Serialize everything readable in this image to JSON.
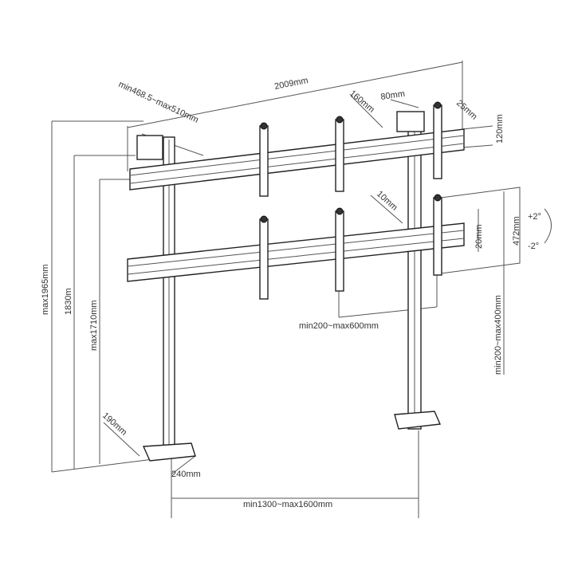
{
  "labels": {
    "overall_width": "2009mm",
    "arm_range": "min468.5~max510mm",
    "bracket_depth": "160mm",
    "bracket_width": "80mm",
    "beam_offset": "25mm",
    "beam_height": "120mm",
    "gap": "10mm",
    "vertical_adjust": "20mm",
    "bracket_height": "472mm",
    "tilt_up": "+2°",
    "tilt_down": "-2°",
    "vesa_horizontal": "min200~max600mm",
    "vesa_vertical": "min200~max400mm",
    "height_max": "max1965mm",
    "height_mid": "1830m",
    "height_low": "max1710mm",
    "foot_depth": "190mm",
    "foot_width": "240mm",
    "post_spacing": "min1300~max1600mm"
  }
}
